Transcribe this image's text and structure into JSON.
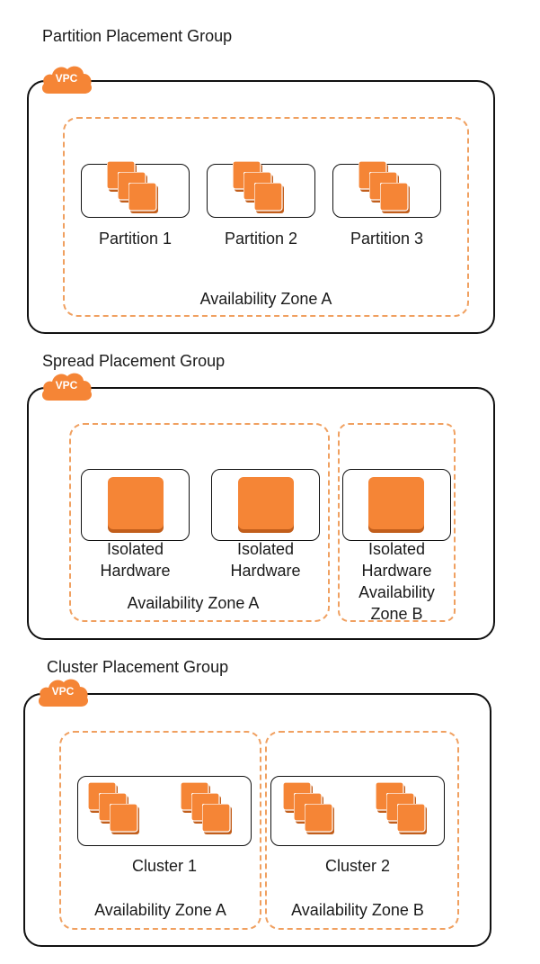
{
  "colors": {
    "accent": "#f58536",
    "accent_dark": "#c25e1b",
    "zone_border": "#f0a060",
    "box_border": "#111111"
  },
  "icons": {
    "vpc": "vpc-cloud-icon",
    "instances": "ec2-instance-stack-icon",
    "instance": "ec2-instance-icon"
  },
  "vpc_label": "VPC",
  "partition": {
    "title": "Partition Placement Group",
    "zone_label": "Availability Zone A",
    "partitions": [
      "Partition 1",
      "Partition 2",
      "Partition 3"
    ]
  },
  "spread": {
    "title": "Spread Placement Group",
    "zone_a_label": "Availability Zone A",
    "nodes": [
      {
        "line1": "Isolated",
        "line2": "Hardware"
      },
      {
        "line1": "Isolated",
        "line2": "Hardware"
      },
      {
        "line1": "Isolated",
        "line2": "Hardware"
      }
    ],
    "zone_b_line1": "Availability",
    "zone_b_line2": "Zone B"
  },
  "cluster": {
    "title": "Cluster Placement Group",
    "clusters": [
      "Cluster 1",
      "Cluster 2"
    ],
    "zones": [
      "Availability Zone A",
      "Availability Zone B"
    ]
  }
}
